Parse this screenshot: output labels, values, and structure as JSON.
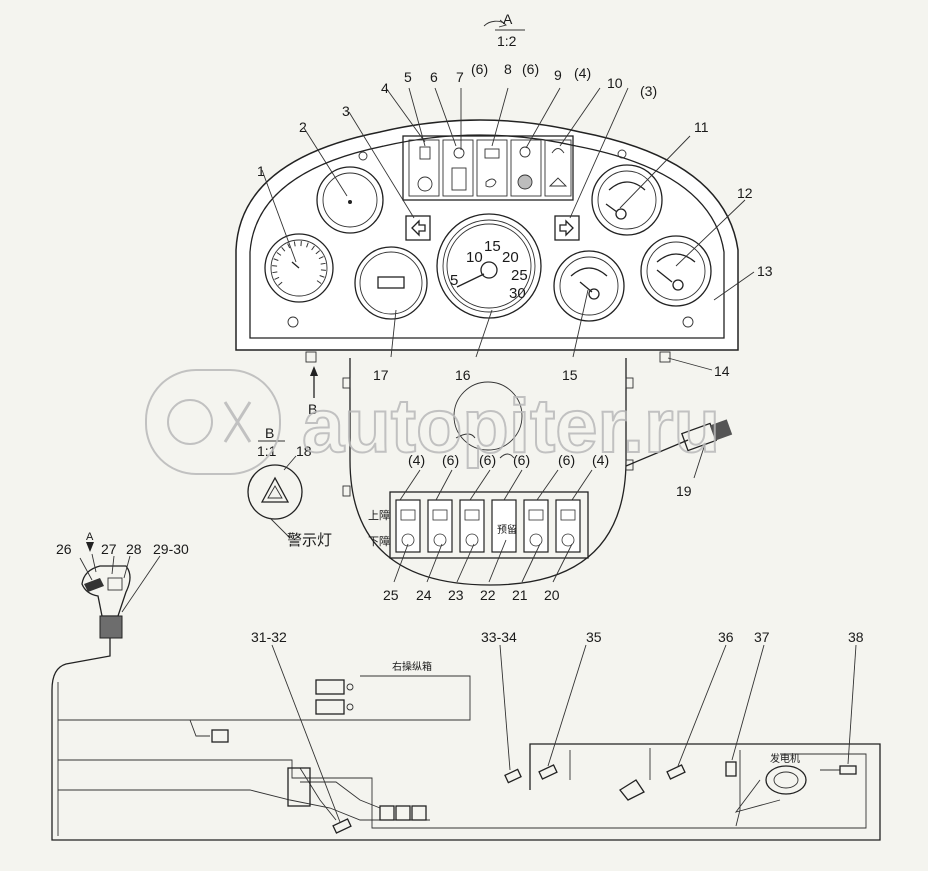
{
  "view": {
    "title": "A",
    "scale": "1:2",
    "b_arrow_label": "B",
    "b_label": "B",
    "b_scale": "1:1"
  },
  "watermark": "autopiter.ru",
  "top_callouts": [
    "1",
    "2",
    "3",
    "4",
    "5",
    "6",
    "7",
    "(6)",
    "8",
    "(6)",
    "9",
    "(4)",
    "10",
    "(3)",
    "11",
    "12",
    "13",
    "14",
    "15",
    "16",
    "17"
  ],
  "tachometer_scale": [
    "5",
    "10",
    "15",
    "20",
    "25",
    "30"
  ],
  "switch_panel": {
    "row_top_label": "上障",
    "row_bottom_label": "下障",
    "middle_switch_label": "预留",
    "top_callouts": [
      "(4)",
      "(6)",
      "(6)",
      "(6)",
      "(6)",
      "(4)"
    ],
    "bottom_callouts": [
      "25",
      "24",
      "23",
      "22",
      "21",
      "20"
    ]
  },
  "right_callouts": [
    "18",
    "19"
  ],
  "warning_lamp_label": "警示灯",
  "harness": {
    "callouts": [
      "26",
      "A",
      "27",
      "28",
      "29-30",
      "31-32",
      "33-34",
      "35",
      "36",
      "37",
      "38"
    ],
    "right_console_label": "右操纵箱",
    "generator_label": "发电机"
  }
}
